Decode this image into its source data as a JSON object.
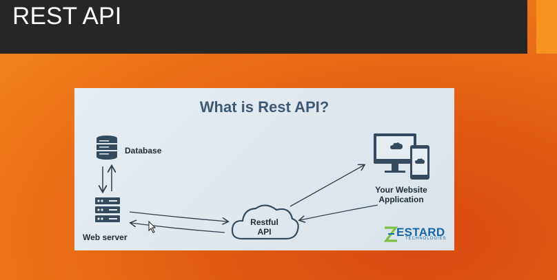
{
  "page": {
    "title": "REST API"
  },
  "slide": {
    "heading": "What is Rest API?",
    "nodes": {
      "database": "Database",
      "web_server": "Web server",
      "restful_api_line1": "Restful",
      "restful_api_line2": "API",
      "your_website_line1": "Your Website",
      "your_website_line2": "Application"
    },
    "logo": {
      "word": "ESTARD",
      "sub": "TECHNOLOGIES"
    }
  },
  "colors": {
    "title_bar": "#262626",
    "accent": "#f7931e",
    "heading": "#3d5a74",
    "icon": "#344a5e",
    "logo_blue": "#1565a8",
    "logo_green": "#7cc242"
  }
}
